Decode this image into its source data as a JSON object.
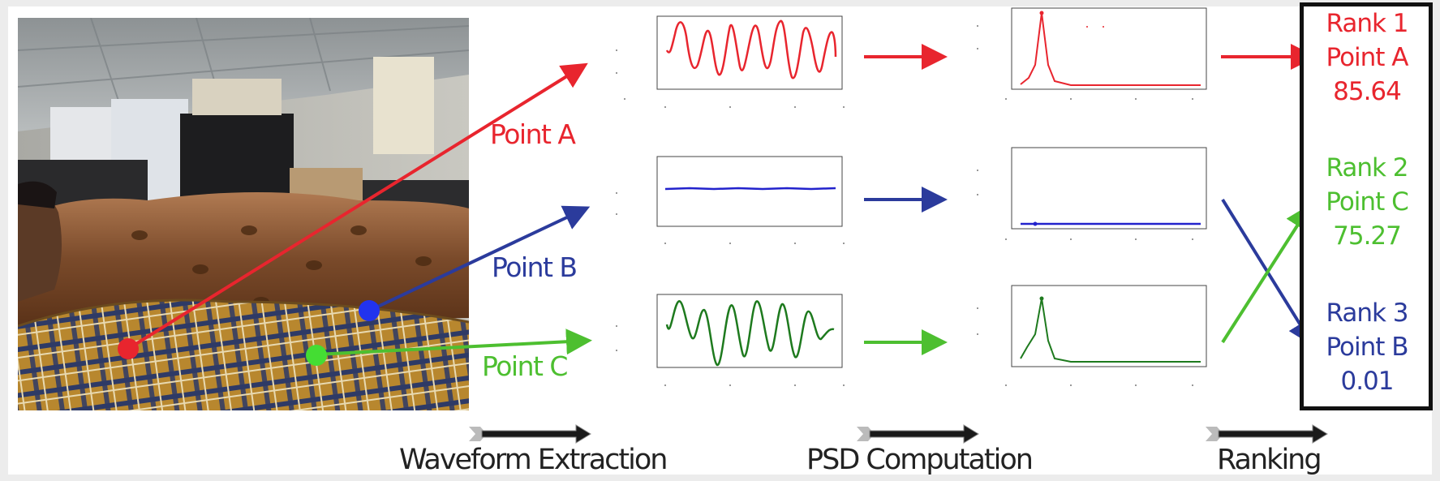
{
  "colors": {
    "a": "#e8252e",
    "b": "#2b3b9c",
    "c": "#4dbf30",
    "arrow": "#1a1a1a"
  },
  "points": [
    {
      "label": "Point A",
      "color": "#e8252e"
    },
    {
      "label": "Point B",
      "color": "#2b3b9c"
    },
    {
      "label": "Point C",
      "color": "#4dbf30"
    }
  ],
  "ranking": [
    {
      "rank": "Rank 1",
      "point": "Point A",
      "score": "85.64",
      "color": "#e8252e"
    },
    {
      "rank": "Rank 2",
      "point": "Point C",
      "score": "75.27",
      "color": "#4dbf30"
    },
    {
      "rank": "Rank 3",
      "point": "Point B",
      "score": "0.01",
      "color": "#2b3b9c"
    }
  ],
  "stages": [
    "Waveform Extraction",
    "PSD Computation",
    "Ranking"
  ]
}
